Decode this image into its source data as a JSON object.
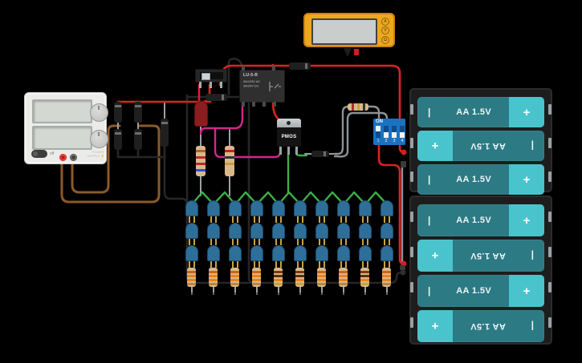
{
  "colors": {
    "bg": "#000000",
    "wire_red": "#dd2222",
    "wire_black": "#262626",
    "wire_brown": "#8a5a2b",
    "wire_magenta": "#d4268c",
    "wire_green": "#3cae47",
    "wire_gray": "#8d9296",
    "battery_body": "#2c7a84",
    "battery_cap": "#49c4cc",
    "led_blue": "#2e6f9a",
    "dip_blue": "#1b72c0",
    "meter_yellow": "#efa71e",
    "resistor_tan": "#d8b98c",
    "psu_body": "#ebebe9",
    "red_led": "#8c1d1f"
  },
  "power_supply": {
    "switch_label": "off",
    "brand": "POWER SUPPLY",
    "bolt": "⚡"
  },
  "multimeter": {
    "buttons": [
      "A",
      "V",
      "Ω"
    ]
  },
  "relay": {
    "name": "LU-5-R",
    "rating_line1": "3A/125V AC",
    "rating_line2": "3A/24V DC"
  },
  "pmos": {
    "label": "PMOS"
  },
  "dip_switch": {
    "label": "ON",
    "pins": [
      "1",
      "2",
      "3",
      "4"
    ],
    "states": [
      "on",
      "off",
      "off",
      "off"
    ]
  },
  "battery_packs": [
    {
      "batteries": [
        {
          "label": "AA 1.5V",
          "plus": "+",
          "minus": "|",
          "flipped": false
        },
        {
          "label": "AA 1.5V",
          "plus": "+",
          "minus": "|",
          "flipped": true
        },
        {
          "label": "AA 1.5V",
          "plus": "+",
          "minus": "|",
          "flipped": false
        }
      ]
    },
    {
      "batteries": [
        {
          "label": "AA 1.5V",
          "plus": "+",
          "minus": "|",
          "flipped": false
        },
        {
          "label": "AA 1.5V",
          "plus": "+",
          "minus": "|",
          "flipped": true
        },
        {
          "label": "AA 1.5V",
          "plus": "+",
          "minus": "|",
          "flipped": false
        },
        {
          "label": "AA 1.5V",
          "plus": "+",
          "minus": "|",
          "flipped": true
        }
      ]
    }
  ],
  "led_grid": {
    "columns": 10,
    "rows": 3,
    "band_patterns": {
      "a": [
        "#c9651b",
        "#e8821d",
        "#e8821d",
        "#b8893f"
      ],
      "b": [
        "#7a3c12",
        "#5a2f10",
        "#e8821d",
        "#caa33f"
      ]
    },
    "column_pattern_keys": [
      "a",
      "a",
      "a",
      "a",
      "b",
      "b",
      "a",
      "a",
      "b",
      "a"
    ]
  },
  "discrete": {
    "r1_bands": [
      "#b4632a",
      "#c1272d",
      "#c1272d",
      "#2b4fd4"
    ],
    "r2_bands": [
      "#c1272d",
      "#333333",
      "#c79a3d"
    ],
    "r3_bands": [
      "#c1272d",
      "#caa33f",
      "#333333"
    ]
  }
}
